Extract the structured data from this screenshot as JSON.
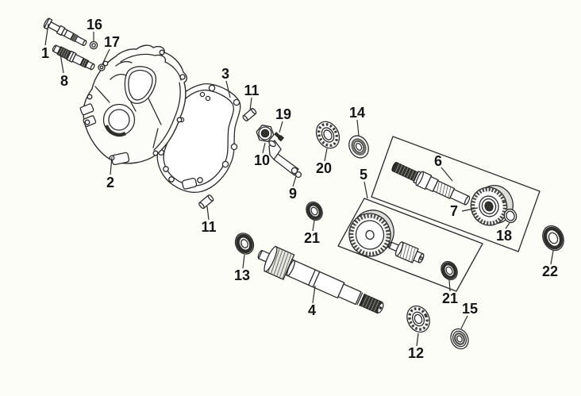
{
  "diagram": {
    "background_color": "#fdfdf8",
    "line_color": "#2b2b2b",
    "dark_fill_color": "#33332f",
    "callouts": [
      {
        "label": "1"
      },
      {
        "label": "8"
      },
      {
        "label": "16"
      },
      {
        "label": "17"
      },
      {
        "label": "2"
      },
      {
        "label": "3"
      },
      {
        "label": "11"
      },
      {
        "label": "19"
      },
      {
        "label": "10"
      },
      {
        "label": "9"
      },
      {
        "label": "20"
      },
      {
        "label": "14"
      },
      {
        "label": "5"
      },
      {
        "label": "6"
      },
      {
        "label": "7"
      },
      {
        "label": "18"
      },
      {
        "label": "11"
      },
      {
        "label": "21"
      },
      {
        "label": "13"
      },
      {
        "label": "4"
      },
      {
        "label": "21"
      },
      {
        "label": "12"
      },
      {
        "label": "15"
      },
      {
        "label": "22"
      }
    ]
  }
}
